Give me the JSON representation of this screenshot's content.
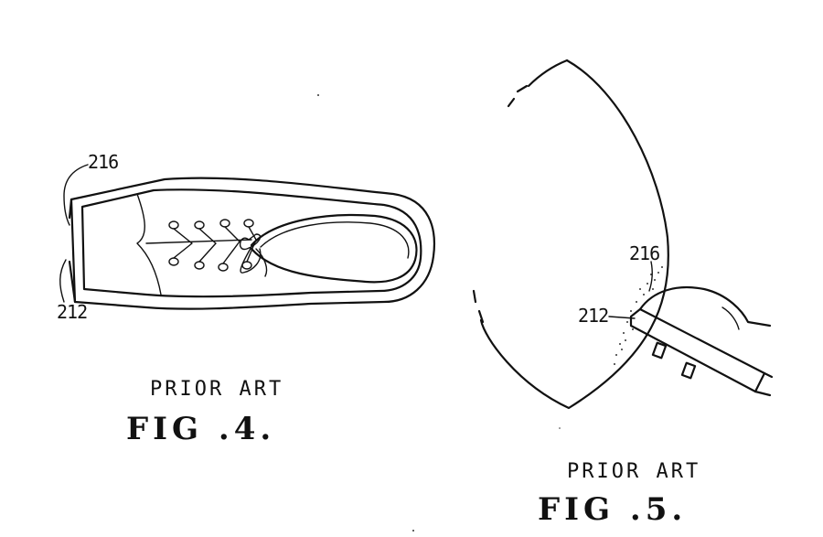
{
  "figures": [
    {
      "id": "fig4",
      "caption_prior": "PRIOR  ART",
      "caption_fig": "FIG .4.",
      "refs": [
        {
          "key": "216",
          "label": "216"
        },
        {
          "key": "212",
          "label": "212"
        }
      ]
    },
    {
      "id": "fig5",
      "caption_prior": "PRIOR  ART",
      "caption_fig": "FIG .5.",
      "refs": [
        {
          "key": "216",
          "label": "216"
        },
        {
          "key": "212",
          "label": "212"
        }
      ]
    }
  ]
}
